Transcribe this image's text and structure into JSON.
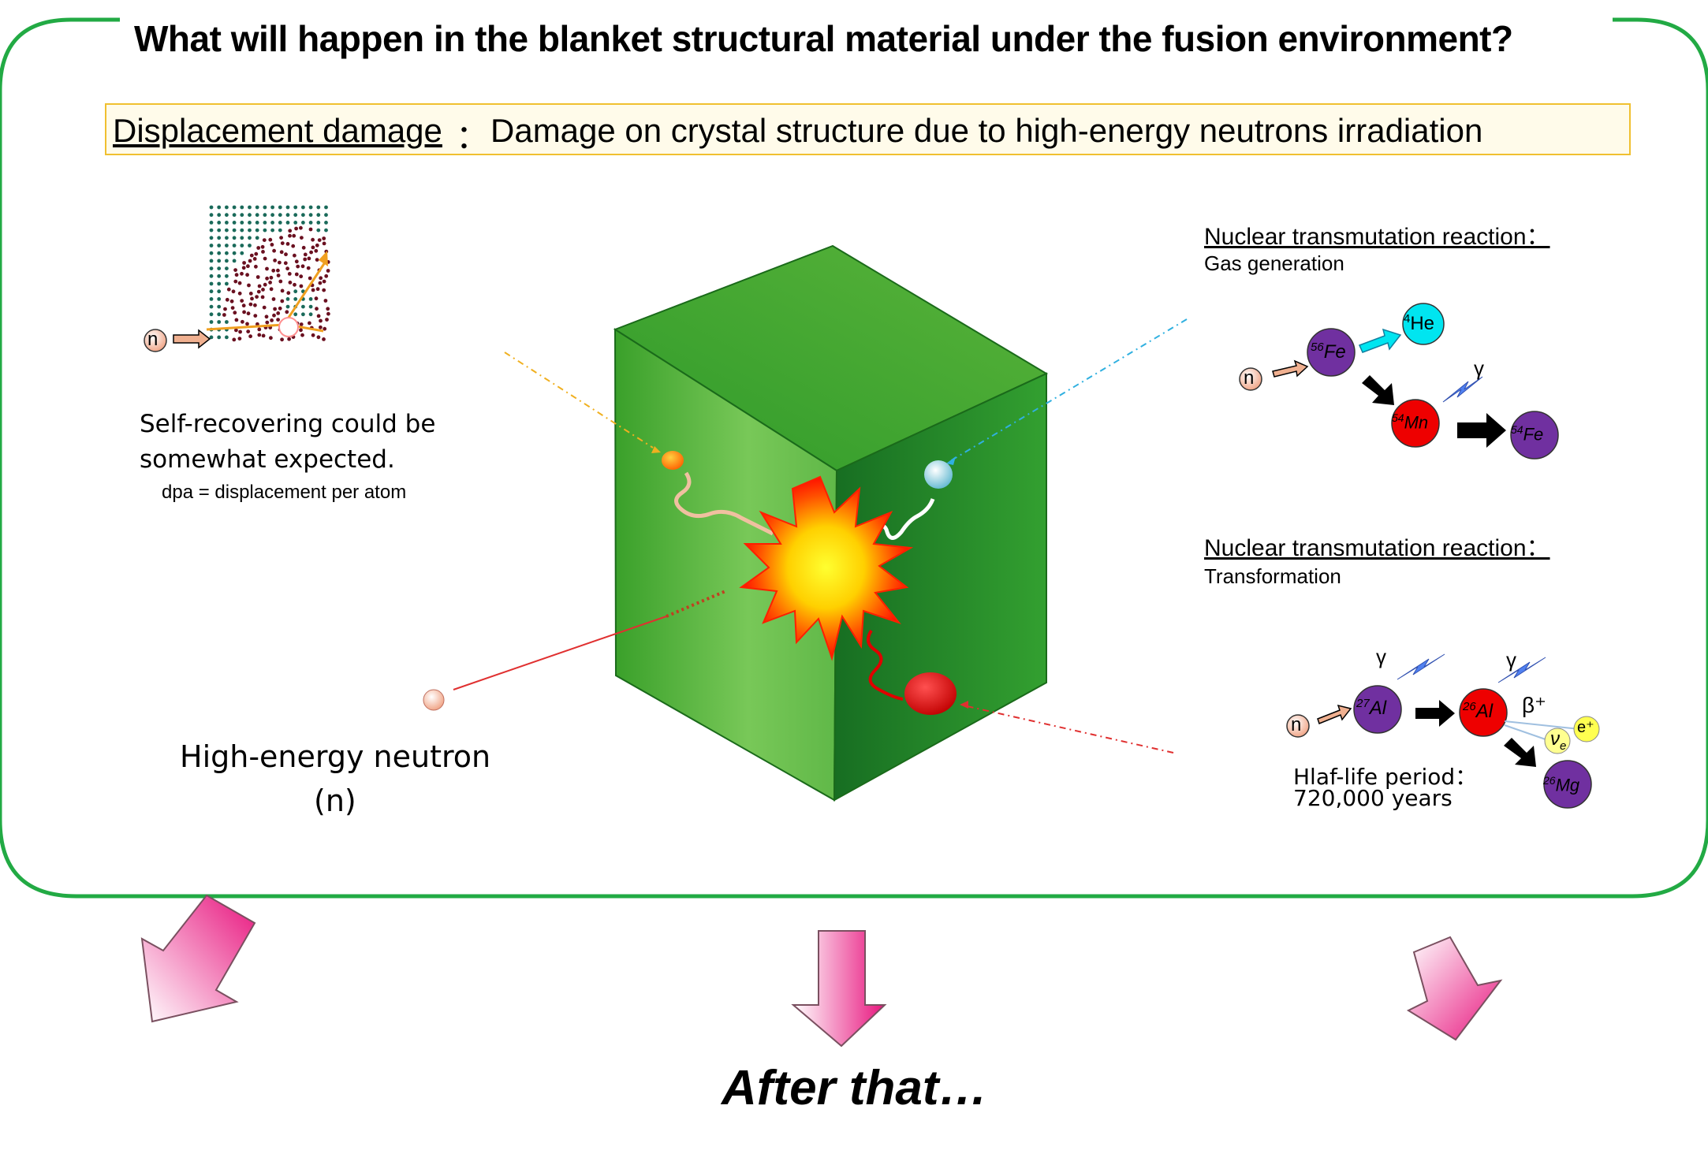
{
  "heading": "What will happen in the blanket structural material  under the fusion environment?",
  "displacement": {
    "label": "Displacement damage",
    "separator": "：",
    "description": "Damage on crystal structure due to high-energy neutrons irradiation"
  },
  "left_panel": {
    "neutron": "n",
    "line1": "Self-recovering could be",
    "line2": "somewhat expected.",
    "note": "dpa = displacement per atom"
  },
  "gas_panel": {
    "title": "Nuclear transmutation reaction：",
    "subtitle": "Gas generation",
    "neutron": "n",
    "parent": "56Fe",
    "parent_mass": "56",
    "parent_sym": "Fe",
    "he_mass": "4",
    "he_sym": "He",
    "mid_mass": "54",
    "mid_sym": "Mn",
    "end_mass": "54",
    "end_sym": "Fe",
    "gamma": "γ"
  },
  "trans_panel": {
    "title": "Nuclear transmutation reaction：",
    "subtitle": "Transformation",
    "neutron": "n",
    "al27_mass": "27",
    "al27_sym": "Al",
    "al26_mass": "26",
    "al26_sym": "Al",
    "mg_mass": "26",
    "mg_sym": "Mg",
    "gamma": "γ",
    "beta": "β⁺",
    "positron": "e⁺",
    "nu": "ν",
    "nu_sub": "e",
    "half_life_label": "Hlaf-life period：",
    "half_life_value": "720,000  years"
  },
  "neutron_label": "High-energy neutron",
  "neutron_symbol": "(n)",
  "after": "After that…",
  "colors": {
    "frame": "#22aa44",
    "cube_front": "#5cbf40",
    "cube_top": "#3fae2a",
    "cube_side": "#208a2a",
    "purple": "#7030a0",
    "red": "#ee0000",
    "cyan": "#00e5f0",
    "arrow_pink": "#ee3d8f"
  }
}
